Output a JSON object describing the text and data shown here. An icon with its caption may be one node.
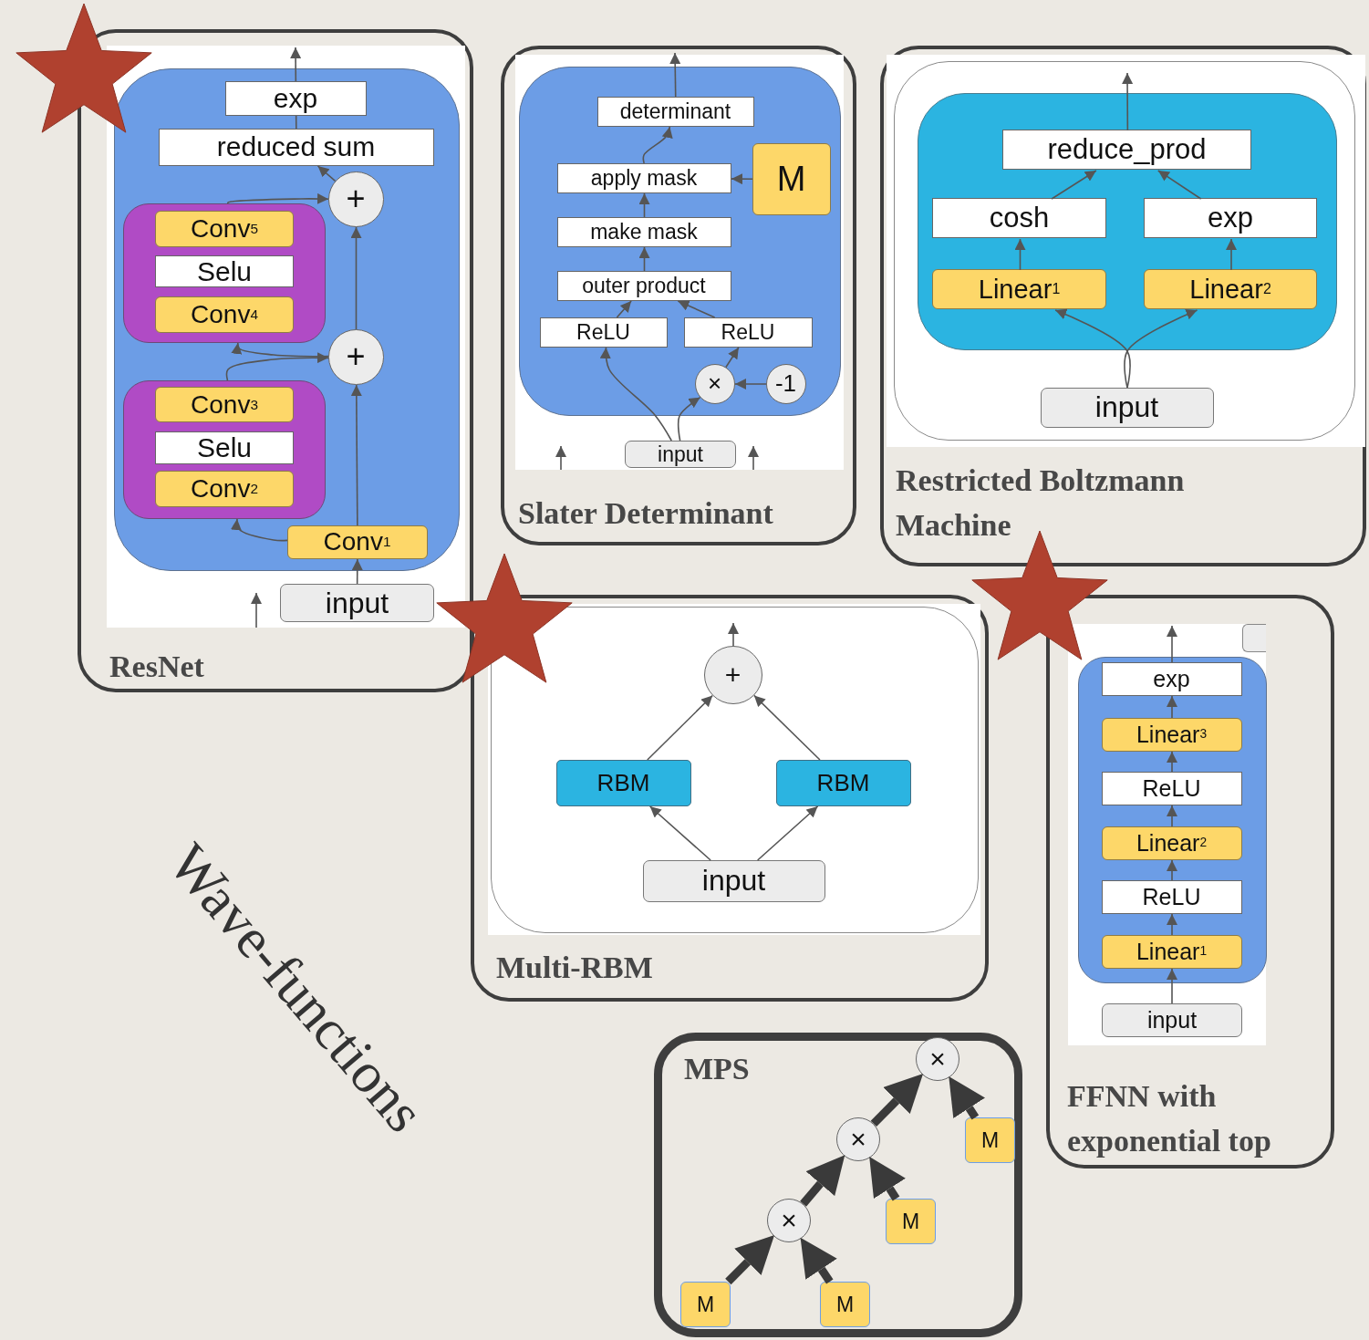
{
  "diagram": {
    "nodes": [
      {
        "text": [
          "ResNet"
        ]
      },
      {
        "text": [],
        "shape": "box",
        "in": 0
      },
      {
        "text": [
          "exp"
        ],
        "in": 1
      },
      {
        "text": [
          "reduced sum"
        ],
        "in": 1
      },
      {
        "text": [
          "+"
        ],
        "in": 1
      },
      {
        "text": [],
        "shape": "box",
        "in": 1
      },
      {
        "text": [
          "Conv$^{5}$"
        ],
        "in": 5
      },
      {
        "text": [
          "Selu"
        ],
        "in": 5
      },
      {
        "text": [
          "Conv$^{4}$"
        ],
        "in": 5
      },
      {
        "text": [
          "+"
        ],
        "in": 1
      },
      {
        "text": [],
        "shape": "box",
        "in": 1
      },
      {
        "text": [
          "Conv$^{3}$"
        ],
        "in": 10
      },
      {
        "text": [
          "Selu"
        ],
        "in": 10
      },
      {
        "text": [
          "Conv$^{2}$"
        ],
        "in": 10
      },
      {
        "text": [
          "Conv$^{1}$"
        ],
        "in": 1
      },
      {
        "text": [
          "input"
        ],
        "in": 0
      },
      {
        "text": [
          "Slater Determinant"
        ]
      },
      {
        "text": [],
        "shape": "box",
        "in": 16
      },
      {
        "text": [
          "determinant"
        ],
        "in": 17
      },
      {
        "text": [
          "apply mask"
        ],
        "in": 17
      },
      {
        "text": [
          "M"
        ],
        "in": 17
      },
      {
        "text": [
          "make mask"
        ],
        "in": 17
      },
      {
        "text": [
          "outer product"
        ],
        "in": 17
      },
      {
        "text": [
          "ReLU"
        ],
        "in": 17
      },
      {
        "text": [
          "ReLU"
        ],
        "in": 17
      },
      {
        "text": [
          "×"
        ],
        "in": 17
      },
      {
        "text": [
          "-1"
        ],
        "in": 17
      },
      {
        "text": [
          "input"
        ],
        "in": 16
      },
      {
        "text": [
          "Restricted Boltzmann Machine"
        ]
      },
      {
        "text": [],
        "shape": "box",
        "in": 28
      },
      {
        "text": [],
        "shape": "box",
        "in": 29
      },
      {
        "text": [
          "reduce_prod"
        ],
        "in": 30
      },
      {
        "text": [
          "cosh"
        ],
        "in": 30
      },
      {
        "text": [
          "exp"
        ],
        "in": 30
      },
      {
        "text": [
          "Linear$^{1}$"
        ],
        "in": 30
      },
      {
        "text": [
          "Linear$^{2}$"
        ],
        "in": 30
      },
      {
        "text": [
          "input"
        ],
        "in": 29
      },
      {
        "text": [
          "Multi-RBM"
        ]
      },
      {
        "text": [],
        "shape": "box",
        "in": 37
      },
      {
        "text": [
          "+"
        ],
        "in": 38
      },
      {
        "text": [
          "RBM"
        ],
        "in": 38
      },
      {
        "text": [
          "RBM"
        ],
        "in": 38
      },
      {
        "text": [
          "input"
        ],
        "in": 38
      },
      {
        "text": [
          "FFNN with exponential top"
        ]
      },
      {
        "text": [],
        "shape": "box",
        "in": 43
      },
      {
        "text": [
          "exp"
        ],
        "in": 44
      },
      {
        "text": [
          "Linear$^{3}$"
        ],
        "in": 44
      },
      {
        "text": [
          "ReLU"
        ],
        "in": 44
      },
      {
        "text": [
          "Linear$^{2}$"
        ],
        "in": 44
      },
      {
        "text": [
          "ReLU"
        ],
        "in": 44
      },
      {
        "text": [
          "Linear$^{1}$"
        ],
        "in": 44
      },
      {
        "text": [
          "input"
        ],
        "in": 43
      },
      {
        "text": [
          "MPS"
        ]
      },
      {
        "text": [
          "×"
        ],
        "in": 52
      },
      {
        "text": [
          "×"
        ],
        "in": 52
      },
      {
        "text": [
          "×"
        ],
        "in": 52
      },
      {
        "text": [
          "M"
        ],
        "in": 52
      },
      {
        "text": [
          "M"
        ],
        "in": 52
      },
      {
        "text": [
          "M"
        ],
        "in": 52
      },
      {
        "text": [
          "M"
        ],
        "in": 52
      }
    ],
    "edges": [
      {
        "from": 15,
        "to": 14,
        "arrow": "to"
      },
      {
        "from": 14,
        "to": 10,
        "arrow": "to"
      },
      {
        "from": 14,
        "to": 9,
        "arrow": "to"
      },
      {
        "from": 10,
        "to": 9,
        "arrow": "to"
      },
      {
        "from": 9,
        "to": 5,
        "arrow": "to"
      },
      {
        "from": 9,
        "to": 4,
        "arrow": "to"
      },
      {
        "from": 5,
        "to": 4,
        "arrow": "to"
      },
      {
        "from": 4,
        "to": 3,
        "arrow": "to"
      },
      {
        "from": 3,
        "to": 2,
        "arrow": "none"
      },
      {
        "from": 2,
        "to": null,
        "arrow": "to"
      },
      {
        "from": 27,
        "to": 23,
        "arrow": "to"
      },
      {
        "from": 27,
        "to": 25,
        "arrow": "to"
      },
      {
        "from": 26,
        "to": 25,
        "arrow": "to"
      },
      {
        "from": 25,
        "to": 24,
        "arrow": "to"
      },
      {
        "from": 23,
        "to": 22,
        "arrow": "to"
      },
      {
        "from": 24,
        "to": 22,
        "arrow": "to"
      },
      {
        "from": 22,
        "to": 21,
        "arrow": "to"
      },
      {
        "from": 21,
        "to": 19,
        "arrow": "to"
      },
      {
        "from": 20,
        "to": 19,
        "arrow": "to"
      },
      {
        "from": 19,
        "to": 18,
        "arrow": "to"
      },
      {
        "from": 18,
        "to": null,
        "arrow": "to"
      },
      {
        "from": 36,
        "to": 34,
        "arrow": "to"
      },
      {
        "from": 36,
        "to": 35,
        "arrow": "to"
      },
      {
        "from": 34,
        "to": 32,
        "arrow": "to"
      },
      {
        "from": 35,
        "to": 33,
        "arrow": "to"
      },
      {
        "from": 32,
        "to": 31,
        "arrow": "to"
      },
      {
        "from": 33,
        "to": 31,
        "arrow": "to"
      },
      {
        "from": 31,
        "to": null,
        "arrow": "to"
      },
      {
        "from": 42,
        "to": 40,
        "arrow": "to"
      },
      {
        "from": 42,
        "to": 41,
        "arrow": "to"
      },
      {
        "from": 40,
        "to": 39,
        "arrow": "to"
      },
      {
        "from": 41,
        "to": 39,
        "arrow": "to"
      },
      {
        "from": 39,
        "to": null,
        "arrow": "to"
      },
      {
        "from": 51,
        "to": 50,
        "arrow": "to"
      },
      {
        "from": 50,
        "to": 49,
        "arrow": "to"
      },
      {
        "from": 49,
        "to": 48,
        "arrow": "to"
      },
      {
        "from": 48,
        "to": 47,
        "arrow": "to"
      },
      {
        "from": 47,
        "to": 46,
        "arrow": "to"
      },
      {
        "from": 46,
        "to": 45,
        "arrow": "to"
      },
      {
        "from": 45,
        "to": null,
        "arrow": "to"
      },
      {
        "from": 58,
        "to": 55,
        "arrow": "to",
        "style": "thick"
      },
      {
        "from": 59,
        "to": 55,
        "arrow": "to",
        "style": "thick"
      },
      {
        "from": 55,
        "to": 54,
        "arrow": "to",
        "style": "thick"
      },
      {
        "from": 57,
        "to": 54,
        "arrow": "to",
        "style": "thick"
      },
      {
        "from": 54,
        "to": 53,
        "arrow": "to",
        "style": "thick"
      },
      {
        "from": 56,
        "to": 53,
        "arrow": "to",
        "style": "thick"
      }
    ],
    "labels": [
      "Wave-functions"
    ]
  }
}
